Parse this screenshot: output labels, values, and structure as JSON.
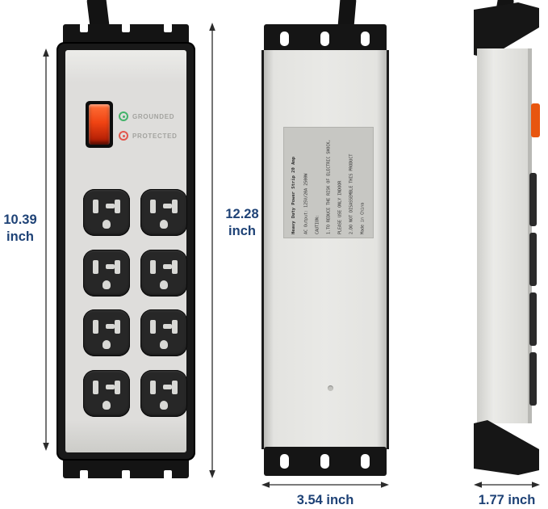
{
  "front_view": {
    "indicators": {
      "grounded_label": "GROUNDED",
      "protected_label": "PROTECTED"
    }
  },
  "back_view": {
    "label_lines": [
      "Heavy Duty Power Strip 20 Amp",
      "AC Output: 125V/20A 2500W",
      "CAUTION:",
      "1.TO REDUCE THE RISK OF ELECTRIC SHOCK,",
      "PLEASE USE ONLY INDOOR",
      "2.DO NOT DISASSEMBLE THIS PRODUCT",
      "Made in China"
    ]
  },
  "dimensions": {
    "body_height_value": "10.39",
    "body_height_unit": "inch",
    "total_height_value": "12.28",
    "total_height_unit": "inch",
    "width_label": "3.54 inch",
    "depth_label": "1.77 inch"
  },
  "icons": {
    "grounded": "green-ring-led-icon",
    "protected": "red-ring-led-icon"
  },
  "colors": {
    "dimension_text": "#1e4276",
    "arrow": "#2b2b2b",
    "switch_red": "#f04413",
    "grounded_green": "#43b36a",
    "protected_red": "#e2574d",
    "body_gray": "#dedddb",
    "frame_black": "#161616"
  }
}
